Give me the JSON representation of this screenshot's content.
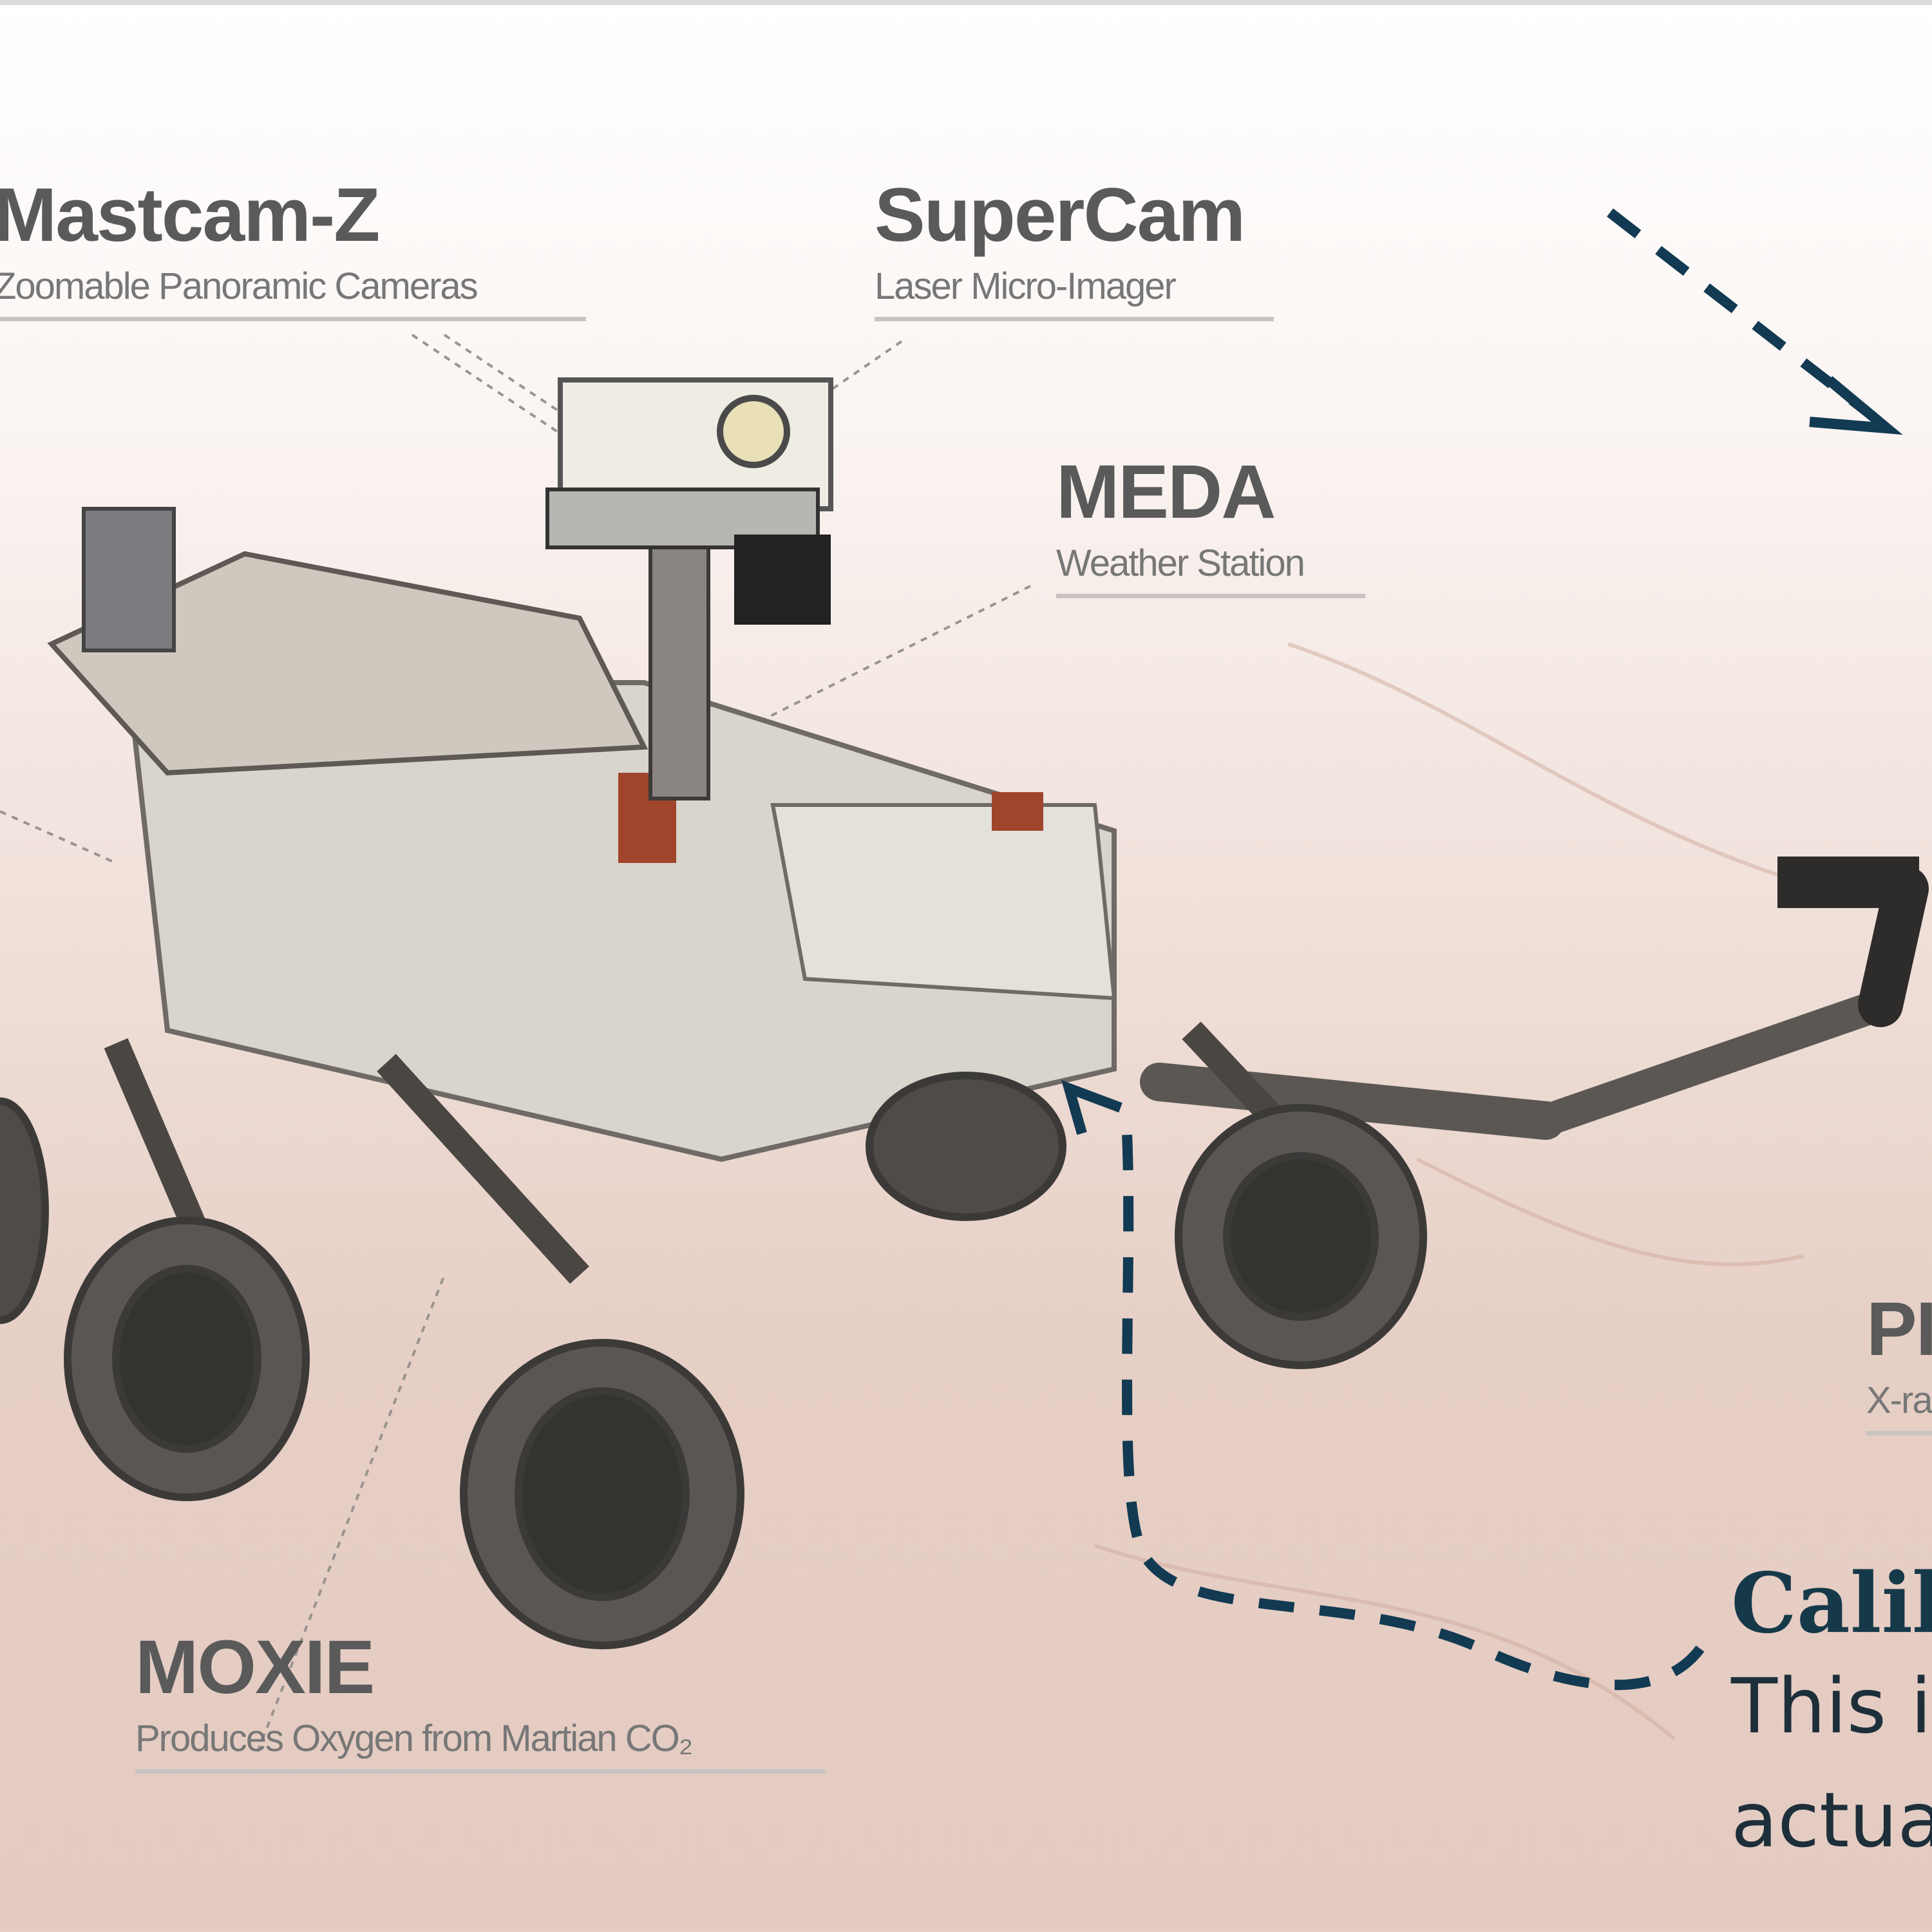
{
  "labels": {
    "mastcam": {
      "title": "Mastcam-Z",
      "subtitle": "Zoomable Panoramic Cameras"
    },
    "supercam": {
      "title": "SuperCam",
      "subtitle": "Laser Micro-Imager"
    },
    "meda": {
      "title": "MEDA",
      "subtitle": "Weather Station"
    },
    "moxie": {
      "title": "MOXIE",
      "subtitle": "Produces Oxygen from Martian CO₂"
    },
    "pixl": {
      "title": "PI",
      "subtitle": "X-ra"
    }
  },
  "callout": {
    "heading": "Calib",
    "line1": "This is",
    "line2": "actual"
  },
  "colors": {
    "arrow": "#123a52",
    "label": "#5a5a5a",
    "callout": "#16394a"
  }
}
